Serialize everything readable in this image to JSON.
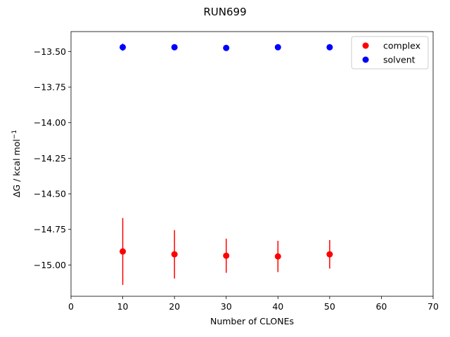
{
  "chart_data": {
    "type": "scatter",
    "title": "RUN699",
    "xlabel": "Number of CLONEs",
    "ylabel_main": "ΔG / kcal mol",
    "ylabel_sup": "−1",
    "xlim": [
      0,
      70
    ],
    "ylim": [
      -15.22,
      -13.36
    ],
    "xticks": [
      0,
      10,
      20,
      30,
      40,
      50,
      60,
      70
    ],
    "yticks": [
      -15.0,
      -14.75,
      -14.5,
      -14.25,
      -14.0,
      -13.75,
      -13.5
    ],
    "ytick_labels": [
      "−15.00",
      "−14.75",
      "−14.50",
      "−14.25",
      "−14.00",
      "−13.75",
      "−13.50"
    ],
    "grid": false,
    "legend_position": "top-right",
    "series": [
      {
        "name": "complex",
        "color": "#ff0000",
        "points": [
          {
            "x": 10,
            "y": -14.905,
            "err": 0.235
          },
          {
            "x": 20,
            "y": -14.925,
            "err": 0.17
          },
          {
            "x": 30,
            "y": -14.935,
            "err": 0.12
          },
          {
            "x": 40,
            "y": -14.94,
            "err": 0.11
          },
          {
            "x": 50,
            "y": -14.925,
            "err": 0.1
          }
        ]
      },
      {
        "name": "solvent",
        "color": "#0000ff",
        "points": [
          {
            "x": 10,
            "y": -13.47,
            "err": 0.025
          },
          {
            "x": 20,
            "y": -13.47,
            "err": 0.008
          },
          {
            "x": 30,
            "y": -13.475,
            "err": 0.006
          },
          {
            "x": 40,
            "y": -13.47,
            "err": 0.006
          },
          {
            "x": 50,
            "y": -13.47,
            "err": 0.006
          }
        ]
      }
    ]
  }
}
